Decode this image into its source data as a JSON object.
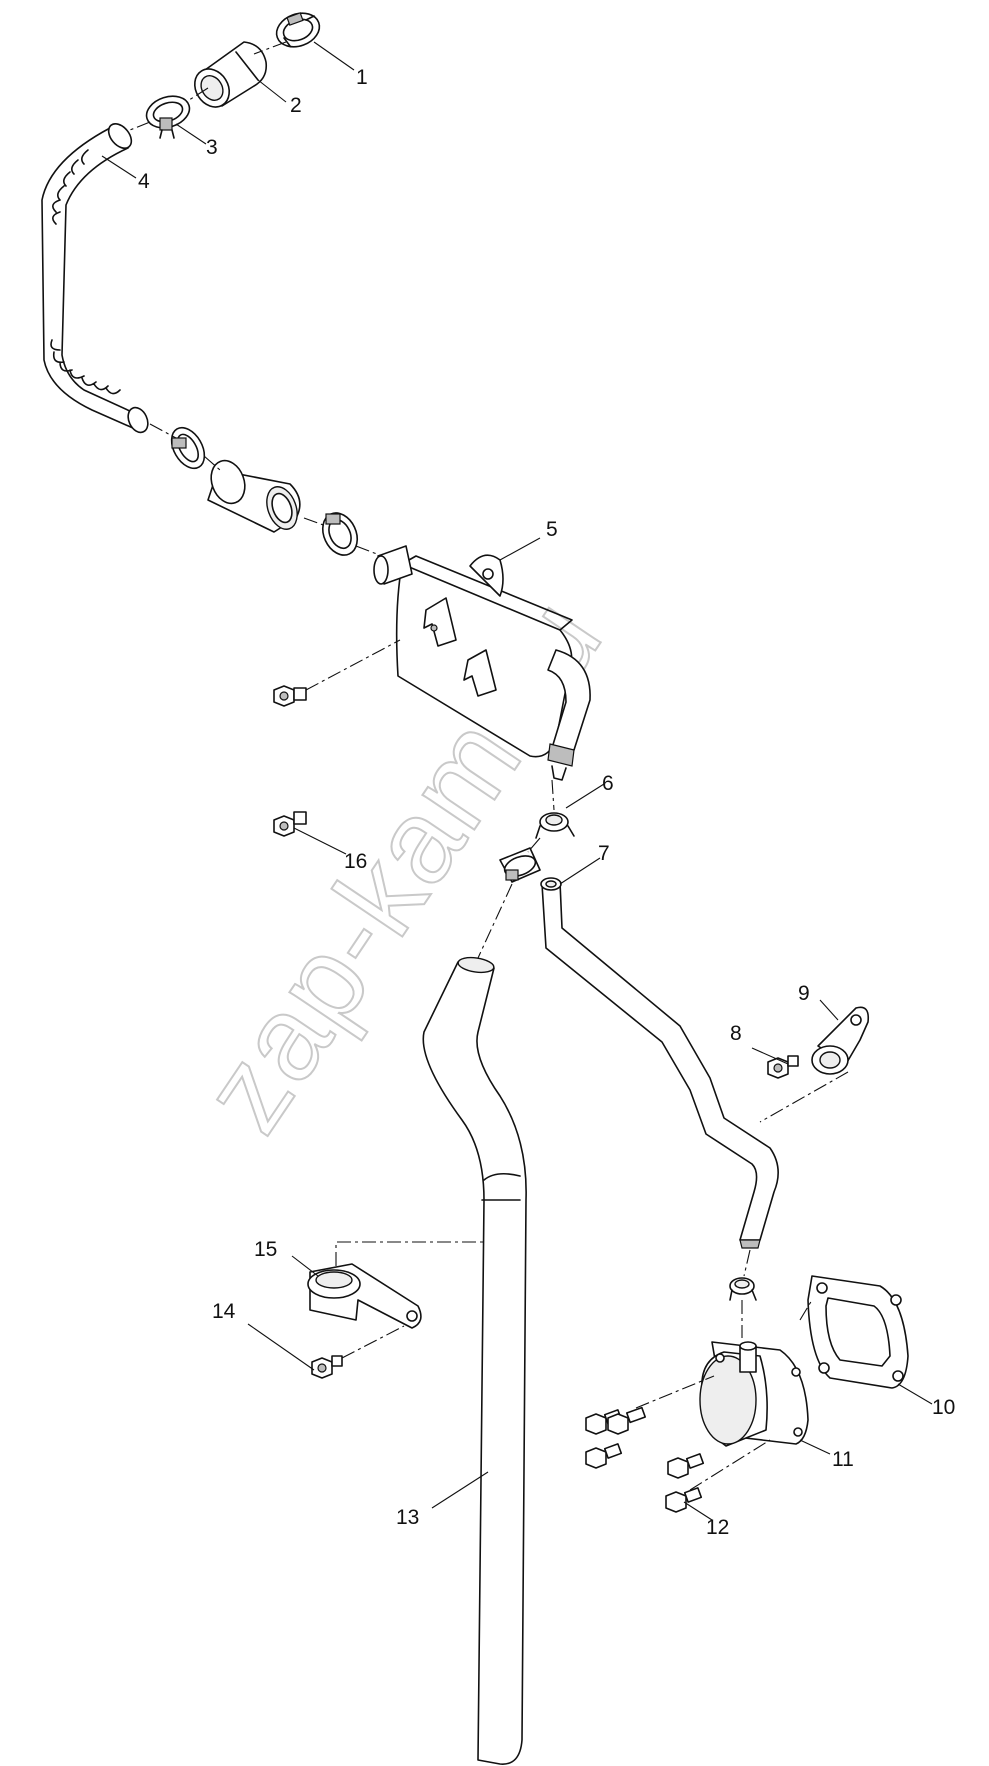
{
  "diagram": {
    "watermark": "zap-kam.ru",
    "corner_mark": "",
    "callouts": [
      {
        "id": "1",
        "label": "1"
      },
      {
        "id": "2",
        "label": "2"
      },
      {
        "id": "3",
        "label": "3"
      },
      {
        "id": "4",
        "label": "4"
      },
      {
        "id": "5",
        "label": "5"
      },
      {
        "id": "6",
        "label": "6"
      },
      {
        "id": "7",
        "label": "7"
      },
      {
        "id": "8",
        "label": "8"
      },
      {
        "id": "9",
        "label": "9"
      },
      {
        "id": "10",
        "label": "10"
      },
      {
        "id": "11",
        "label": "11"
      },
      {
        "id": "12",
        "label": "12"
      },
      {
        "id": "13",
        "label": "13"
      },
      {
        "id": "14",
        "label": "14"
      },
      {
        "id": "15",
        "label": "15"
      },
      {
        "id": "16",
        "label": "16"
      }
    ],
    "colors": {
      "line": "#111111",
      "watermark": "#c9c9c9",
      "background": "#ffffff"
    }
  }
}
